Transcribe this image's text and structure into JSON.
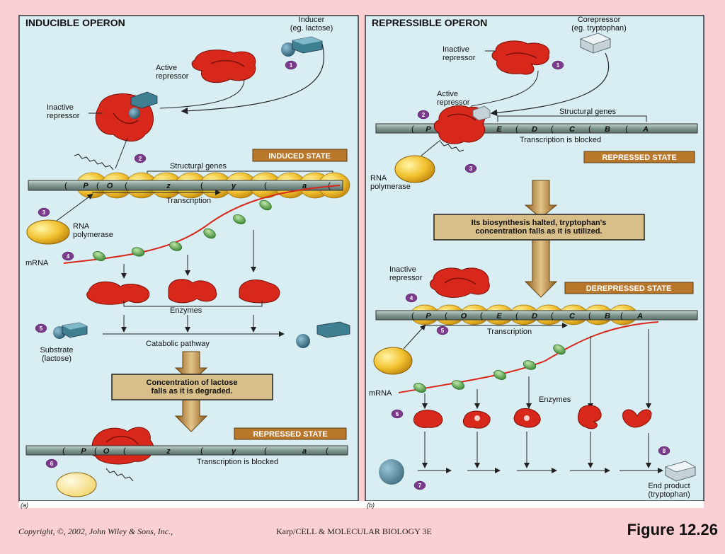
{
  "colors": {
    "page_bg": "#fbd0d4",
    "panel_bg": "#d9eef2",
    "panel_border": "#333333",
    "state_label_bg": "#b8772a",
    "callout_bg": "#d8bf8a",
    "dna_color": "#8fa8a2",
    "repressor_red": "#d8281c",
    "polymerase_yellow": "#f2c230",
    "mrna_red": "#d8281c",
    "ribosome_green": "#55a84a",
    "inducer_teal": "#3d6f86",
    "corepressor_gray": "#c7d2d8"
  },
  "left": {
    "title": "INDUCIBLE OPERON",
    "inducer": "Inducer\n(eg. lactose)",
    "active_repressor": "Active\nrepressor",
    "inactive_repressor": "Inactive\nrepressor",
    "induced_state": "INDUCED STATE",
    "structural_genes": "Structural genes",
    "genes": [
      "P",
      "O",
      "z",
      "y",
      "a"
    ],
    "transcription": "Transcription",
    "rna_polymerase": "RNA\npolymerase",
    "mrna": "mRNA",
    "enzymes": "Enzymes",
    "substrate": "Substrate\n(lactose)",
    "catabolic": "Catabolic pathway",
    "callout": "Concentration of lactose\nfalls as it is degraded.",
    "repressed_state": "REPRESSED STATE",
    "repressed_genes": [
      "P",
      "O",
      "z",
      "y",
      "a"
    ],
    "blocked": "Transcription is blocked",
    "panel_label": "(a)",
    "steps": [
      "1",
      "2",
      "3",
      "4",
      "5",
      "6"
    ]
  },
  "right": {
    "title": "REPRESSIBLE OPERON",
    "corepressor": "Corepressor\n(eg. tryptophan)",
    "inactive_repressor": "Inactive\nrepressor",
    "active_repressor": "Active\nrepressor",
    "structural_genes": "Structural genes",
    "genes": [
      "P",
      "O",
      "E",
      "D",
      "C",
      "B",
      "A"
    ],
    "blocked": "Transcription is blocked",
    "repressed_state": "REPRESSED STATE",
    "rna_polymerase": "RNA\npolymerase",
    "callout": "Its biosynthesis halted, tryptophan's\nconcentration falls as it is utilized.",
    "inactive_repressor2": "Inactive\nrepressor",
    "derepressed_state": "DEREPRESSED STATE",
    "genes2": [
      "P",
      "O",
      "E",
      "D",
      "C",
      "B",
      "A"
    ],
    "transcription": "Transcription",
    "mrna": "mRNA",
    "enzymes": "Enzymes",
    "end_product": "End product\n(tryptophan)",
    "panel_label": "(b)",
    "steps": [
      "1",
      "2",
      "3",
      "4",
      "5",
      "6",
      "7",
      "8"
    ]
  },
  "footer": {
    "copyright": "Copyright, ©, 2002, John Wiley & Sons, Inc.,",
    "book": "Karp/CELL & MOLECULAR BIOLOGY 3E",
    "figure": "Figure 12.26"
  }
}
